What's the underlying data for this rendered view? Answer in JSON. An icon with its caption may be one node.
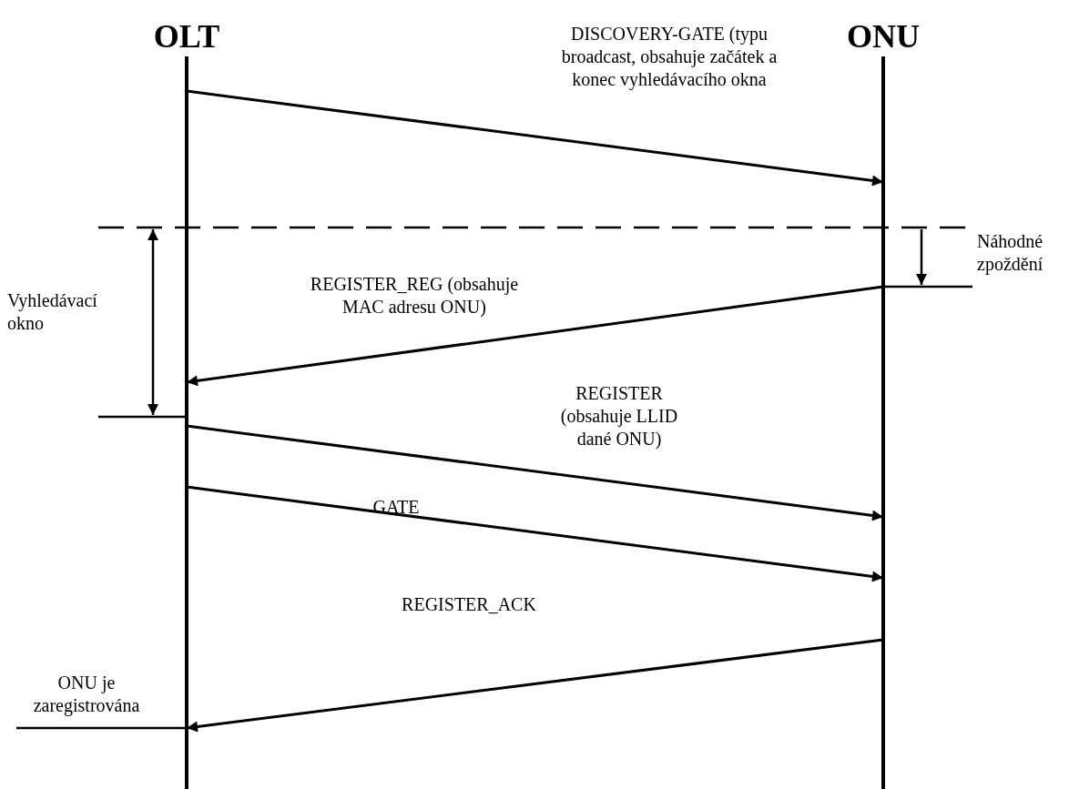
{
  "diagram": {
    "nodes": [
      {
        "text": [
          "OLT"
        ]
      },
      {
        "text": [
          "ONU"
        ]
      }
    ],
    "edges": [
      {
        "from": 0,
        "to": 1,
        "arrow": "to",
        "label": "DISCOVERY-GATE (typu broadcast, obsahuje začátek a konec vyhledávacího okna"
      },
      {
        "from": 1,
        "to": 0,
        "arrow": "to",
        "label": "REGISTER_REG (obsahuje MAC adresu ONU)"
      },
      {
        "from": 0,
        "to": 1,
        "arrow": "to",
        "label": "REGISTER (obsahuje LLID dané ONU)"
      },
      {
        "from": 0,
        "to": 1,
        "arrow": "to",
        "label": "GATE"
      },
      {
        "from": 1,
        "to": 0,
        "arrow": "to",
        "label": "REGISTER_ACK"
      }
    ],
    "labels": [
      "Vyhledávací okno",
      "Náhodné zpoždění",
      "ONU je zaregistrována"
    ]
  }
}
